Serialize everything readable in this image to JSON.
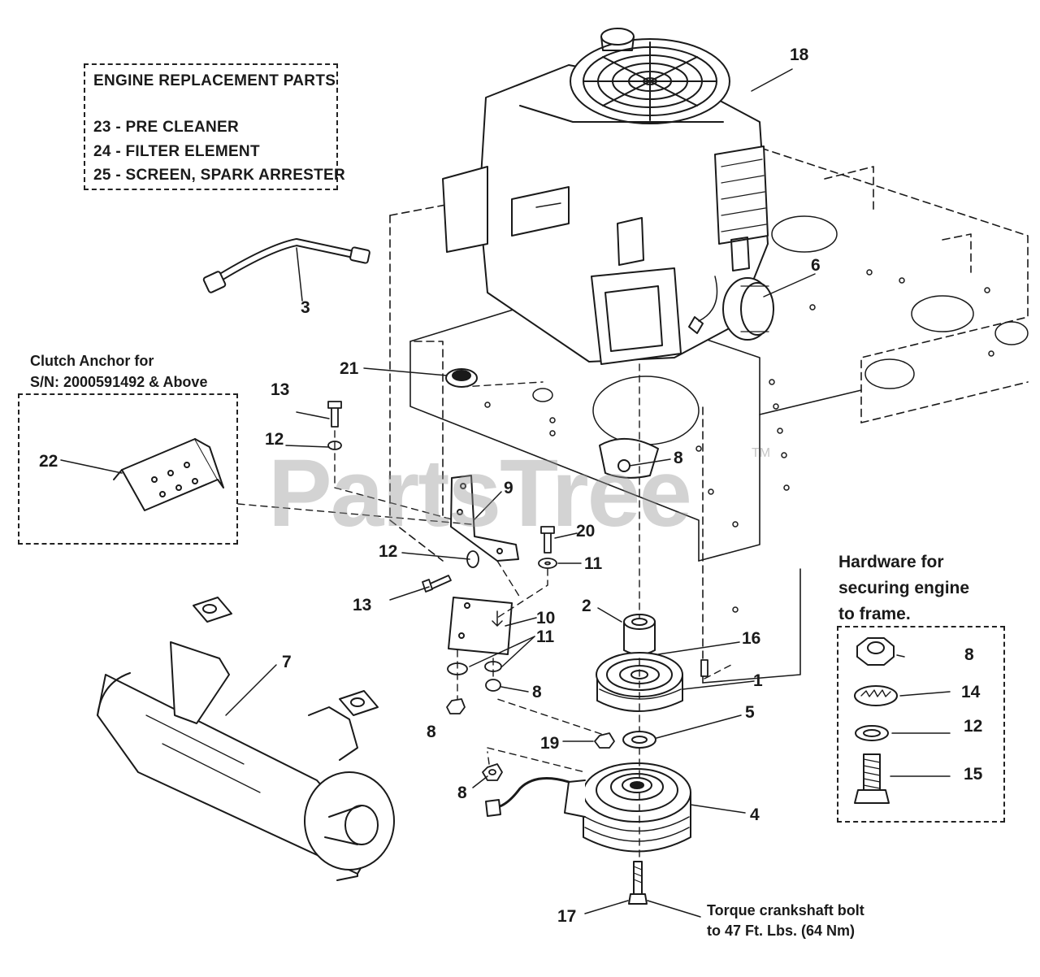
{
  "replacement_box": {
    "title": "ENGINE REPLACEMENT PARTS",
    "line1": "23 - PRE CLEANER",
    "line2": "24 - FILTER ELEMENT",
    "line3": "25 - SCREEN, SPARK ARRESTER"
  },
  "clutch_anchor": {
    "line1": "Clutch Anchor for",
    "line2": "S/N: 2000591492 & Above"
  },
  "hardware": {
    "line1": "Hardware for",
    "line2": "securing engine",
    "line3": "to frame."
  },
  "torque_note": {
    "line1": "Torque crankshaft bolt",
    "line2": "to 47 Ft. Lbs. (64 Nm)"
  },
  "watermark": {
    "text": "PartsTree",
    "tm": "TM"
  },
  "callouts": {
    "c18": "18",
    "c6": "6",
    "c3": "3",
    "c21": "21",
    "c13a": "13",
    "c12a": "12",
    "c22": "22",
    "c8a": "8",
    "c9": "9",
    "c20": "20",
    "c12b": "12",
    "c11a": "11",
    "c13b": "13",
    "c2": "2",
    "c10": "10",
    "c16": "16",
    "c11b": "11",
    "c1": "1",
    "c7": "7",
    "c8b": "8",
    "c5": "5",
    "c8c": "8",
    "c19": "19",
    "c8d": "8",
    "c4": "4",
    "c17": "17",
    "hw8": "8",
    "hw14": "14",
    "hw12": "12",
    "hw15": "15"
  }
}
